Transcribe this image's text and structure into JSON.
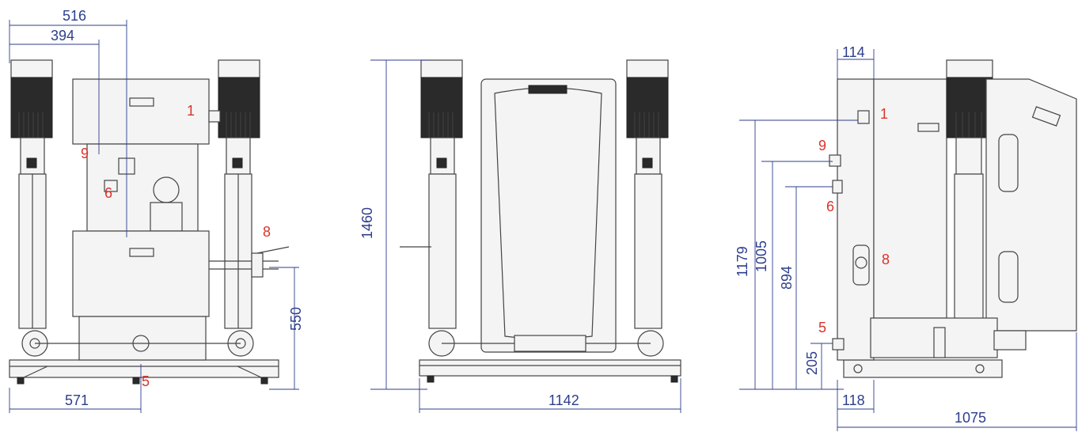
{
  "dimensions": {
    "front_pump_axis_to_second": "516",
    "front_pump_axis_to_valve": "394",
    "front_height_of_outlet": "550",
    "front_inlet_position": "571",
    "front_total_height": "1460",
    "rear_total_width": "1142",
    "side_pipe_offset_top": "114",
    "side_height_1": "1179",
    "side_height_9": "1005",
    "side_height_6": "894",
    "side_height_5": "205",
    "side_pipe_offset_bottom": "118",
    "side_total_depth": "1075"
  },
  "callouts": {
    "front_1": "1",
    "front_9": "9",
    "front_6": "6",
    "front_8": "8",
    "front_5": "5",
    "side_1": "1",
    "side_9": "9",
    "side_6": "6",
    "side_8": "8",
    "side_5": "5"
  },
  "colors": {
    "dimension": "#2d3e8c",
    "callout": "#d9342b",
    "drawing": "#444444"
  }
}
